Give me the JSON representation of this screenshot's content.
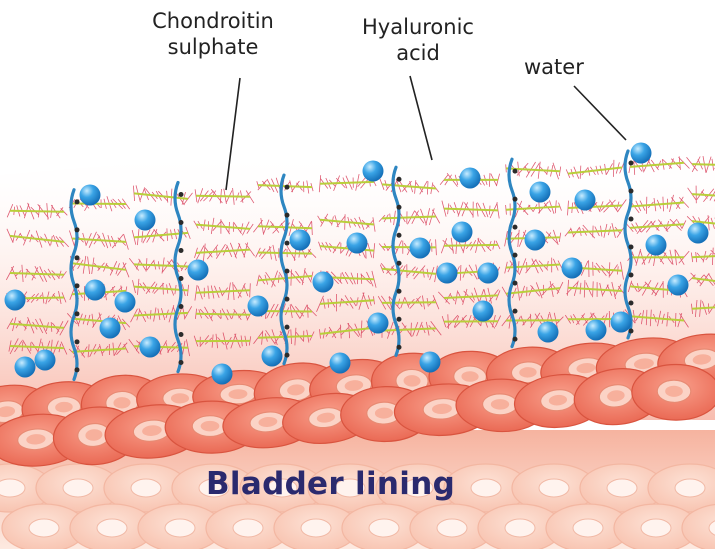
{
  "labels": {
    "chondroitin": [
      "Chondroitin",
      "sulphate"
    ],
    "hyaluronic": [
      "Hyaluronic",
      "acid"
    ],
    "water": "water"
  },
  "title": "Bladder lining",
  "colors": {
    "water_molecule": "#2f95d8",
    "hyaluronic_strand": "#2e86c1",
    "chondroitin_backbone": "#b9cf3a",
    "chondroitin_bristles": "#d8405a",
    "cell_fill": "#f2876f",
    "cell_nucleus": "#fbd3c6",
    "title_text": "#2a2a6e"
  }
}
